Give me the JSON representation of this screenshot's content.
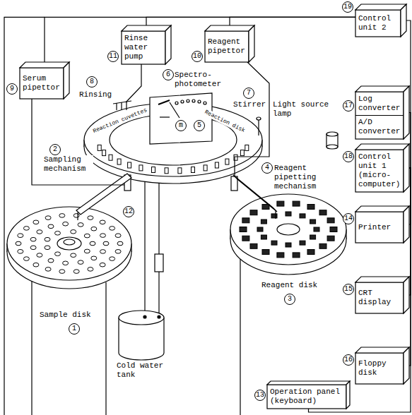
{
  "diagram": {
    "nodes": [
      {
        "text": [
          "Serum pipettor"
        ]
      },
      {
        "text": [
          "Rinse water pump"
        ]
      },
      {
        "text": [
          "Reagent pipettor"
        ]
      },
      {
        "text": [
          "Control unit 2"
        ]
      },
      {
        "text": [
          "Log converter",
          "A/D converter"
        ]
      },
      {
        "text": [
          "Control unit 1 (micro- computer)"
        ]
      },
      {
        "text": [
          "Printer"
        ]
      },
      {
        "text": [
          "CRT display"
        ]
      },
      {
        "text": [
          "Floppy disk"
        ]
      },
      {
        "text": [
          "Operation panel (keyboard)"
        ]
      }
    ],
    "edges": [
      {
        "from": 3,
        "to": 0,
        "arrow": "none"
      },
      {
        "from": 3,
        "to": 1,
        "arrow": "none"
      },
      {
        "from": 3,
        "to": 2,
        "arrow": "none"
      },
      {
        "from": 5,
        "to": 3,
        "arrow": "none"
      },
      {
        "from": 5,
        "to": 4,
        "arrow": "none"
      },
      {
        "from": 5,
        "to": 6,
        "arrow": "none"
      },
      {
        "from": 5,
        "to": 7,
        "arrow": "none"
      },
      {
        "from": 5,
        "to": 8,
        "arrow": "none"
      },
      {
        "from": 5,
        "to": 9,
        "arrow": "none"
      }
    ],
    "labels": [
      "19",
      "9",
      "11",
      "10",
      "17",
      "6",
      "Spectro- photometer",
      "8",
      "Rinsing",
      "2",
      "Sampling mechanism",
      "Reaction cuvettes",
      "5",
      "m",
      "7",
      "Stirrer",
      "Light source lamp",
      "Reaction disk",
      "18",
      "4",
      "Reagent pipetting mechanism",
      "12",
      "14",
      "15",
      "Sample disk",
      "1",
      "Reagent disk",
      "3",
      "Cold water tank",
      "13",
      "16"
    ]
  }
}
